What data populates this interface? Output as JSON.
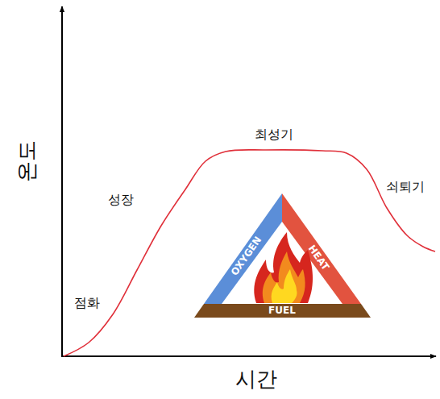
{
  "diagram": {
    "labels": [
      "온도",
      "시간",
      "점화",
      "성장",
      "최성기",
      "쇠퇴기",
      "OXYGEN",
      "HEAT",
      "FUEL"
    ]
  }
}
